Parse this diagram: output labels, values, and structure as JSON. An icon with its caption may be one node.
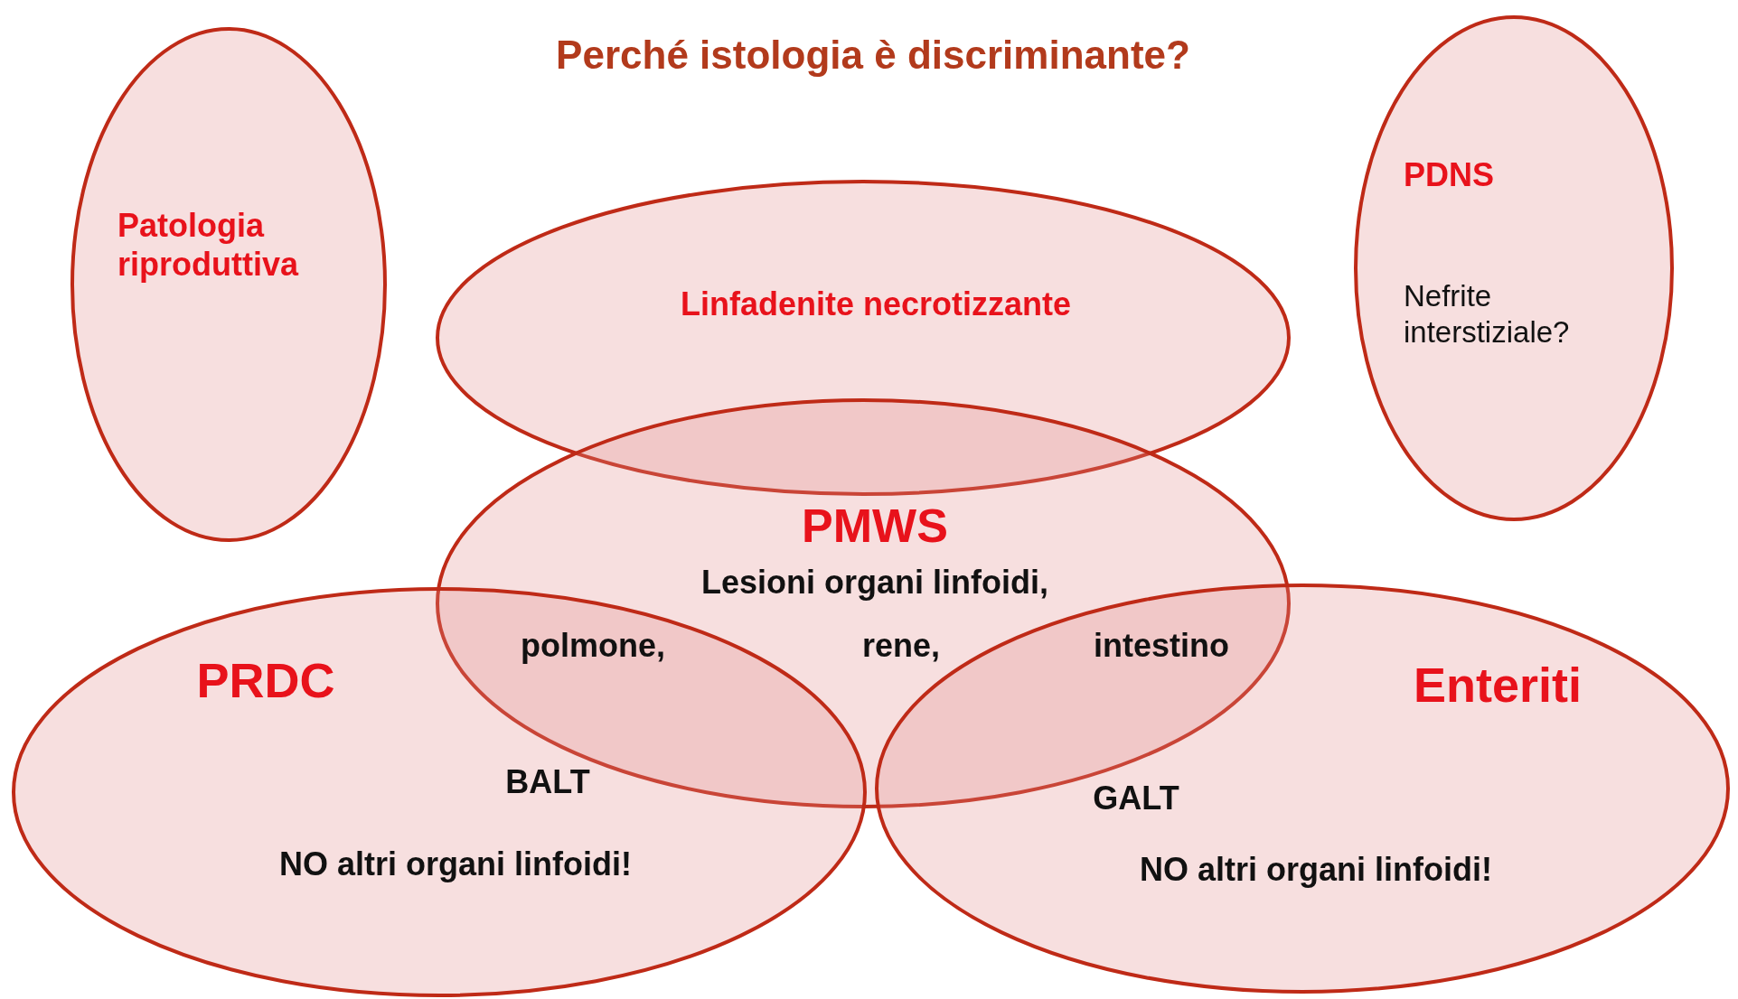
{
  "diagram": {
    "title": "Perché istologia è discriminante?",
    "nodes": [
      {
        "text": [
          "Patologia riproduttiva"
        ]
      },
      {
        "text": [
          "PDNS",
          "Nefrite interstiziale?"
        ]
      },
      {
        "text": [
          "Linfadenite necrotizzante"
        ]
      },
      {
        "text": [
          "PMWS",
          "Lesioni organi linfoidi,",
          "polmone,",
          "rene,",
          "intestino"
        ]
      },
      {
        "text": [
          "PRDC",
          "BALT",
          "NO altri organi linfoidi!"
        ]
      },
      {
        "text": [
          "Enteriti",
          "GALT",
          "NO altri organi linfoidi!"
        ]
      }
    ]
  }
}
